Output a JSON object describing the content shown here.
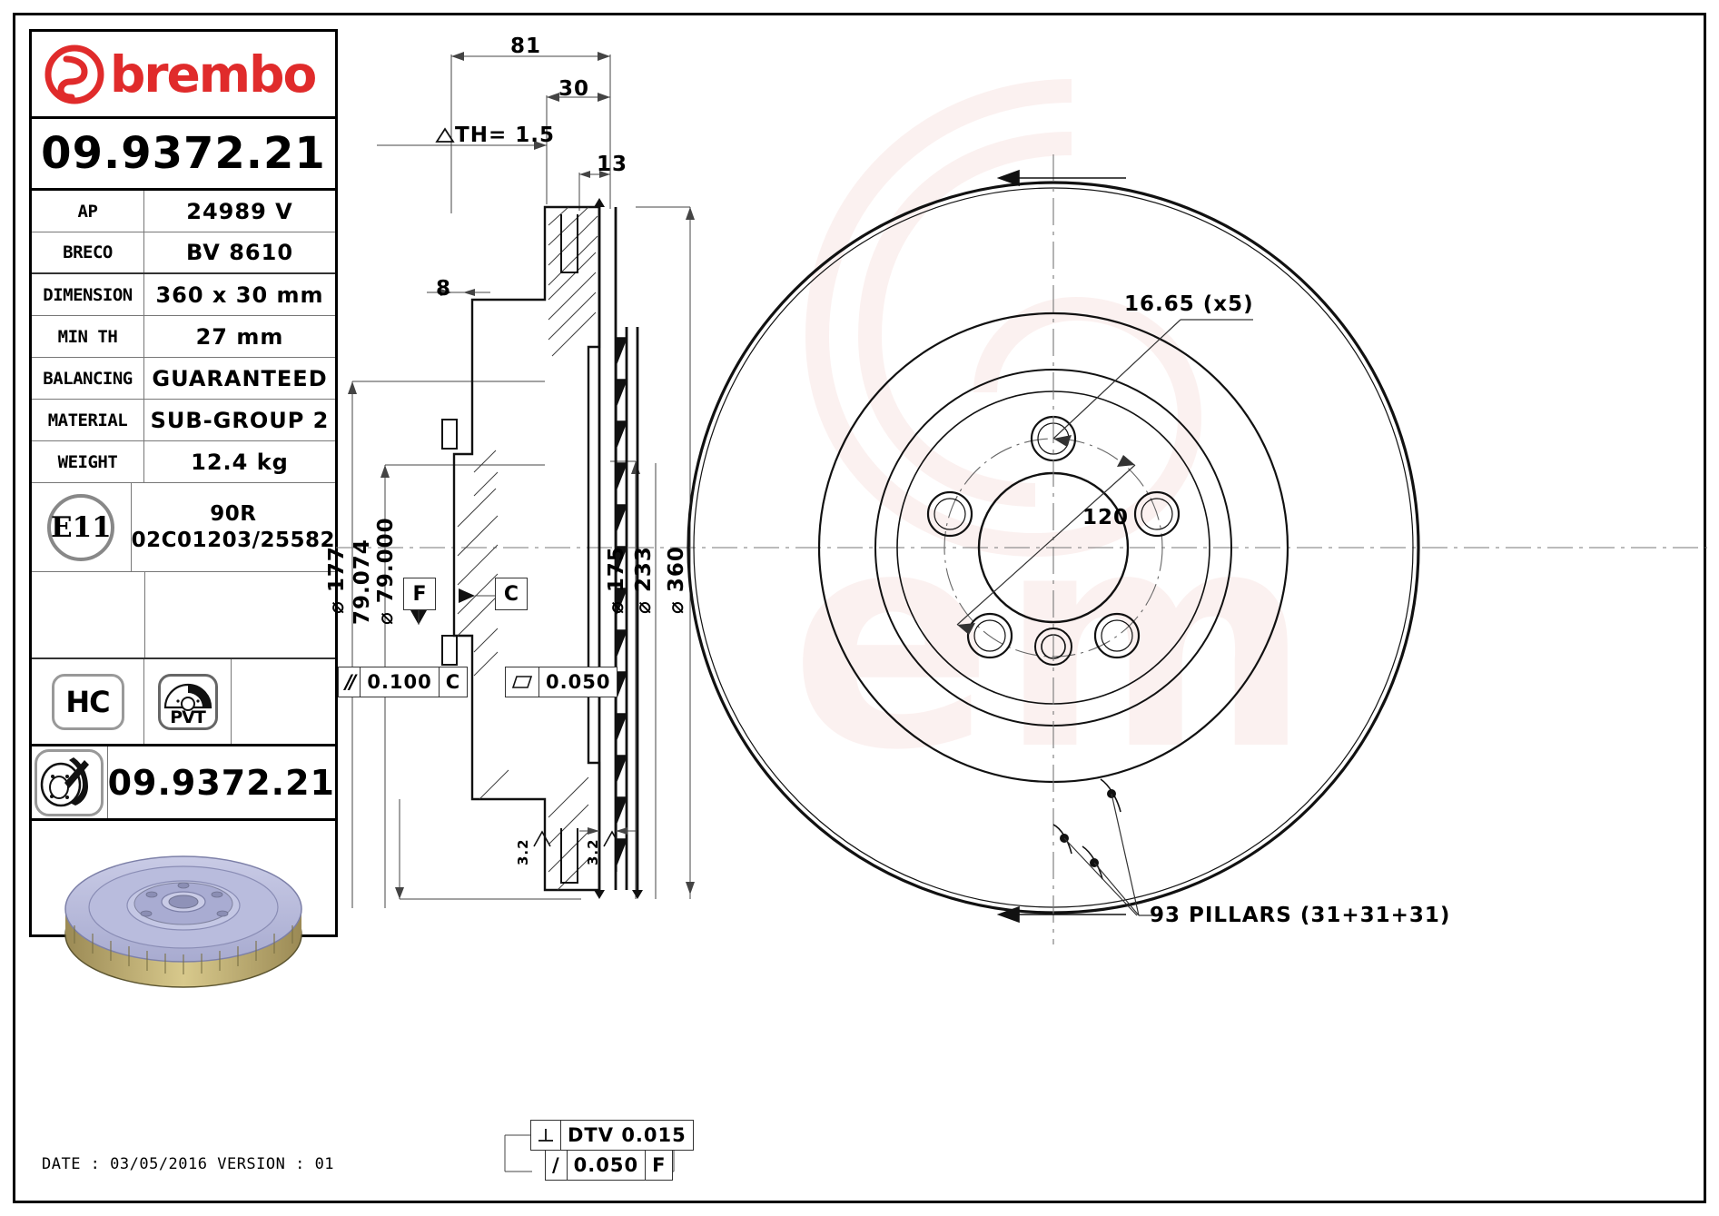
{
  "brand": {
    "name": "brembo",
    "logo_color": "#e02b2b"
  },
  "part_number": "09.9372.21",
  "spec_table": {
    "rows": [
      {
        "key": "AP",
        "value": "24989 V"
      },
      {
        "key": "BRECO",
        "value": "BV 8610"
      },
      {
        "key": "DIMENSION",
        "value": "360 x 30 mm"
      },
      {
        "key": "MIN TH",
        "value": "27 mm"
      },
      {
        "key": "BALANCING",
        "value": "GUARANTEED"
      },
      {
        "key": "MATERIAL",
        "value": "SUB-GROUP 2"
      },
      {
        "key": "WEIGHT",
        "value": "12.4 kg"
      }
    ],
    "homologation": {
      "mark": "E11",
      "line1": "90R",
      "line2": "02C01203/25582"
    },
    "badges": {
      "hc": "HC",
      "pvt": "PVT"
    },
    "part_number_repeat": "09.9372.21"
  },
  "section_view": {
    "dim_overall_width": "81",
    "dim_hat_offset": "30",
    "dim_flange_th": "13",
    "dim_th_tol": "TH= 1.5",
    "dim_hat_th": "8",
    "dim_outer_dia_hat": "177",
    "dim_bore_max": "79.074",
    "dim_bore_min": "79.000",
    "dim_inner_dia": "175",
    "dim_mid_dia": "233",
    "dim_outer_dia": "360",
    "datum_f": "F",
    "datum_c": "C",
    "tol_parallel_sym": "//",
    "tol_parallel_val": "0.100",
    "tol_parallel_ref": "C",
    "tol_flat_sym": "flatness",
    "tol_flat_val": "0.050",
    "edge_left_val": "3.2",
    "edge_right_val": "3.2",
    "dtv_sym": "perpendicular",
    "dtv_label": "DTV 0.015",
    "runout_sym": "/",
    "runout_val": "0.050",
    "runout_ref": "F"
  },
  "face_view": {
    "bolt_hole_note": "16.65 (x5)",
    "pcd": "120",
    "pillars_note": "93 PILLARS (31+31+31)"
  },
  "footer": {
    "text": "DATE : 03/05/2016 VERSION : 01"
  }
}
